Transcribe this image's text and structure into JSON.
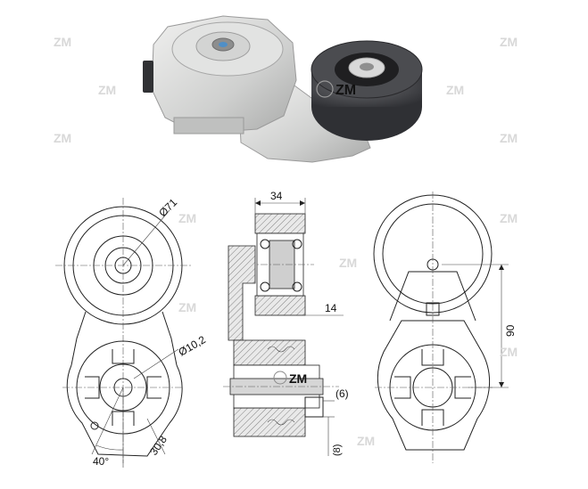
{
  "brand": {
    "watermark": "ZM"
  },
  "dimensions": {
    "front_pulley_diameter": "Ø71",
    "bore_diameter": "Ø10,2",
    "offset": "30,8",
    "angle": "40°",
    "width": "34",
    "step": "14",
    "protrusion": "(6)",
    "shaft_length": "(8)",
    "height": "90"
  }
}
